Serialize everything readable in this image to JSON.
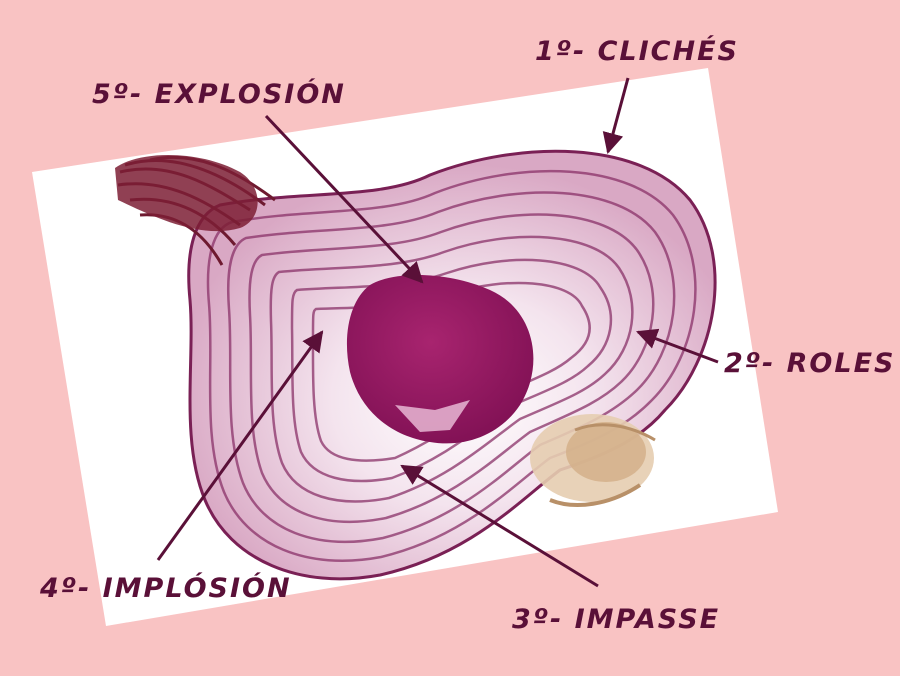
{
  "labels": {
    "stage_1": "1º- CLICHÉS",
    "stage_2": "2º- ROLES",
    "stage_3": "3º- IMPASSE",
    "stage_4": "4º- IMPLÓSIÓN",
    "stage_5": "5º- EXPLOSIÓN"
  },
  "colors": {
    "background": "#f9c3c3",
    "photo_frame": "#ffffff",
    "onion_rings": "#7a2055",
    "onion_core": "#8e1561",
    "label_text": "#5a1038",
    "arrow": "#5a1038"
  }
}
